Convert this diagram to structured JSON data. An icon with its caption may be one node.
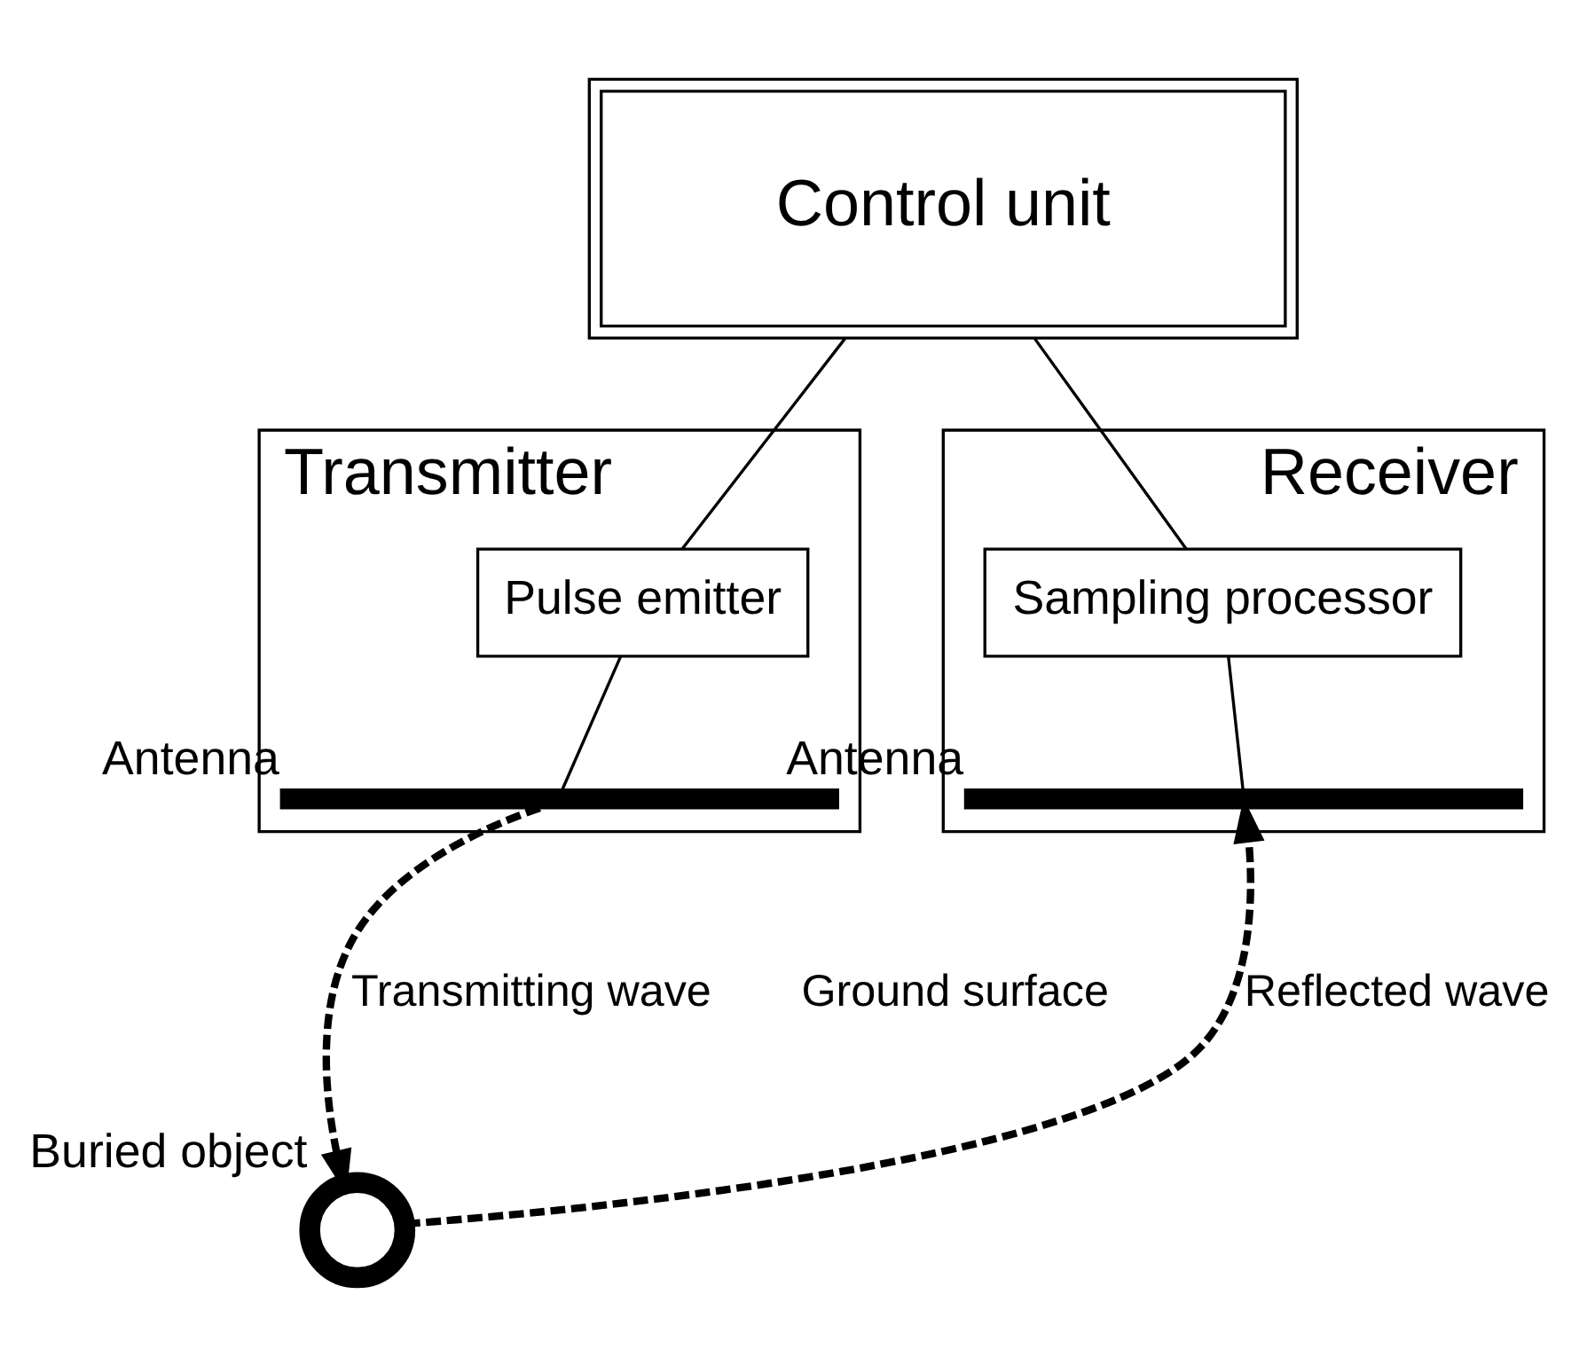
{
  "diagram": {
    "nodes": [
      {
        "text": [
          "Control unit"
        ]
      },
      {
        "text": [
          "Transmitter"
        ]
      },
      {
        "text": [
          "Pulse emitter"
        ],
        "in": 1
      },
      {
        "text": [],
        "shape": "bar",
        "in": 1,
        "beside": [
          "Antenna"
        ]
      },
      {
        "text": [
          "Receiver"
        ]
      },
      {
        "text": [
          "Sampling processor"
        ],
        "in": 4
      },
      {
        "text": [],
        "shape": "bar",
        "in": 4,
        "beside": [
          "Antenna"
        ]
      },
      {
        "text": [],
        "shape": "circle",
        "beside": [
          "Buried object"
        ]
      }
    ],
    "edges": [
      {
        "from": 0,
        "to": 2,
        "arrow": "none"
      },
      {
        "from": 0,
        "to": 5,
        "arrow": "none"
      },
      {
        "from": 2,
        "to": 3,
        "arrow": "none"
      },
      {
        "from": 5,
        "to": 6,
        "arrow": "none"
      },
      {
        "from": 3,
        "to": 7,
        "arrow": "to",
        "label": "Transmitting wave",
        "style": "dashed"
      },
      {
        "from": 7,
        "to": 6,
        "arrow": "to",
        "label": "Reflected wave",
        "style": "dashed"
      }
    ],
    "labels": [
      "Ground surface"
    ]
  }
}
